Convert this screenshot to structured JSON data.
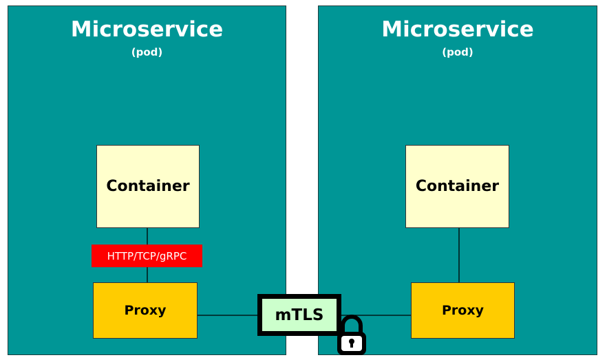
{
  "pods": [
    {
      "title": "Microservice",
      "subtitle": "(pod)"
    },
    {
      "title": "Microservice",
      "subtitle": "(pod)"
    }
  ],
  "left": {
    "container_label": "Container",
    "protocol_label": "HTTP/TCP/gRPC",
    "proxy_label": "Proxy"
  },
  "right": {
    "container_label": "Container",
    "proxy_label": "Proxy"
  },
  "link": {
    "mtls_label": "mTLS",
    "lock_icon": "lock-icon"
  },
  "colors": {
    "pod": "#009696",
    "container": "#ffffcc",
    "proxy": "#ffcc00",
    "protocol": "#ff0000",
    "mtls": "#ccffcc"
  }
}
